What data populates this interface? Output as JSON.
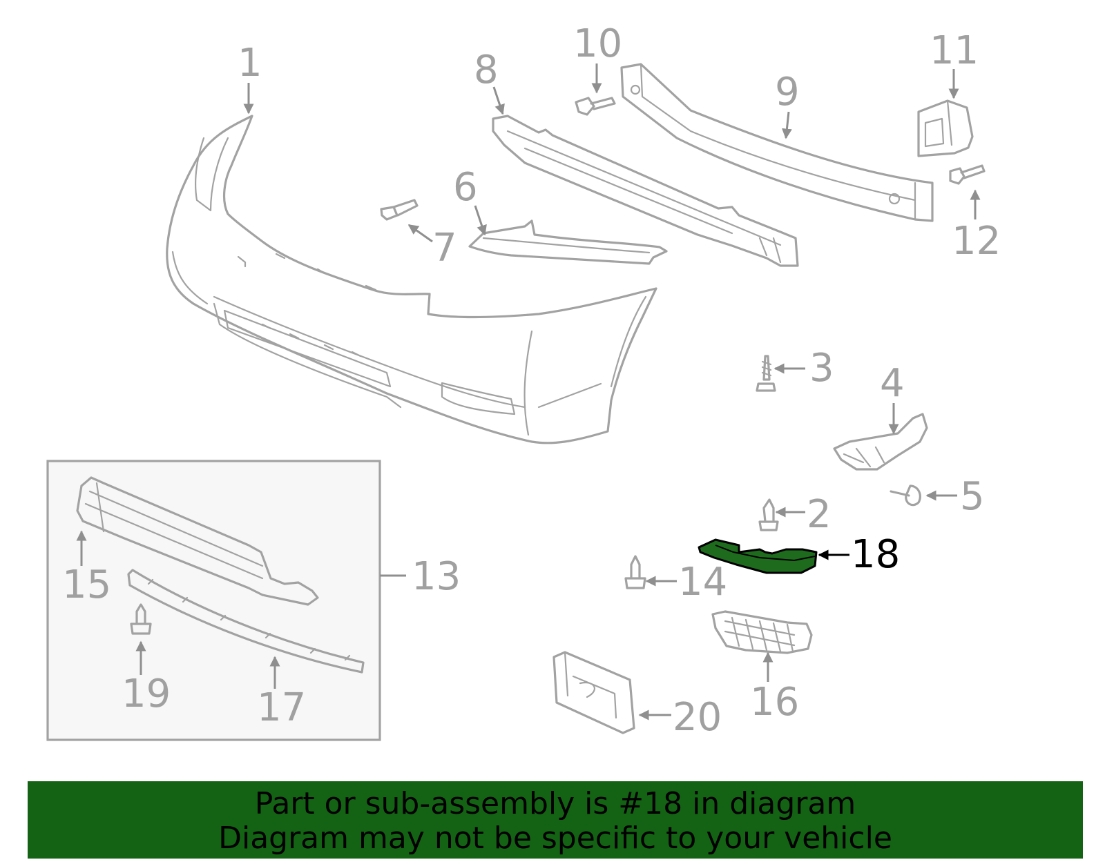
{
  "highlight_color": "#1e6b1e",
  "banner_color": "#146314",
  "callouts": {
    "c1": "1",
    "c2": "2",
    "c3": "3",
    "c4": "4",
    "c5": "5",
    "c6": "6",
    "c7": "7",
    "c8": "8",
    "c9": "9",
    "c10": "10",
    "c11": "11",
    "c12": "12",
    "c13": "13",
    "c14": "14",
    "c15": "15",
    "c16": "16",
    "c17": "17",
    "c18": "18",
    "c19": "19",
    "c20": "20"
  },
  "banner": {
    "line1": "Part or sub-assembly is #18 in diagram",
    "line2": "Diagram may not be specific to your vehicle"
  }
}
